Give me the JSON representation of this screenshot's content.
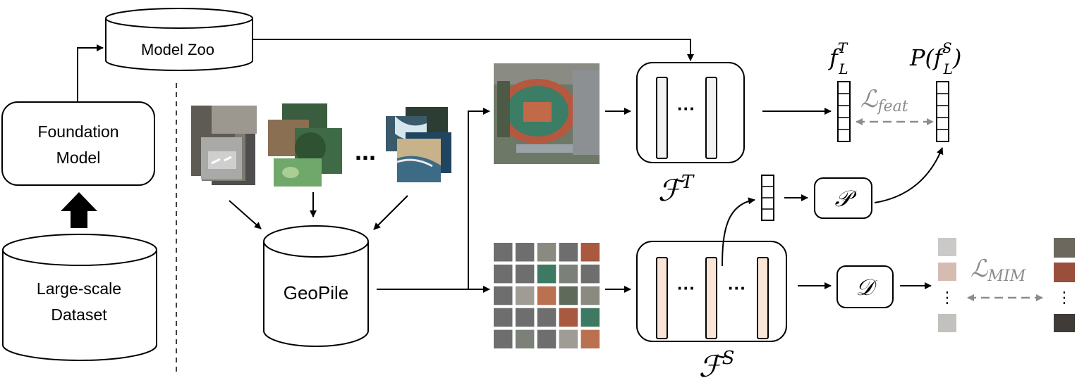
{
  "left": {
    "model_zoo": "Model Zoo",
    "foundation_model_line1": "Foundation",
    "foundation_model_line2": "Model",
    "dataset_line1": "Large-scale",
    "dataset_line2": "Dataset"
  },
  "middle": {
    "geopile": "GeoPile",
    "ellipsis": "..."
  },
  "teacher": {
    "label_base": "ℱ",
    "label_sup": "T",
    "ellipsis": "···"
  },
  "student": {
    "label_base": "ℱ",
    "label_sup": "S",
    "ellipsis_1": "···",
    "ellipsis_2": "···"
  },
  "projector": {
    "label": "𝒫"
  },
  "decoder": {
    "label": "𝒟"
  },
  "features": {
    "teacher_feat_base": "f",
    "teacher_feat_sub": "L",
    "teacher_feat_sup": "T",
    "student_feat_prefix": "P(",
    "student_feat_base": "f",
    "student_feat_sub": "L",
    "student_feat_sup": "S",
    "student_feat_suffix": ")"
  },
  "losses": {
    "feat_base": "ℒ",
    "feat_sub": "feat",
    "mim_base": "ℒ",
    "mim_sub": "MIM",
    "vertical_ellipsis": "⋮"
  },
  "colors": {
    "student_block": "#fbe5d6",
    "teacher_block": "#f2f2f2",
    "mask_gray": "#6e6e6e",
    "loss_gray": "#8c8c8c"
  }
}
